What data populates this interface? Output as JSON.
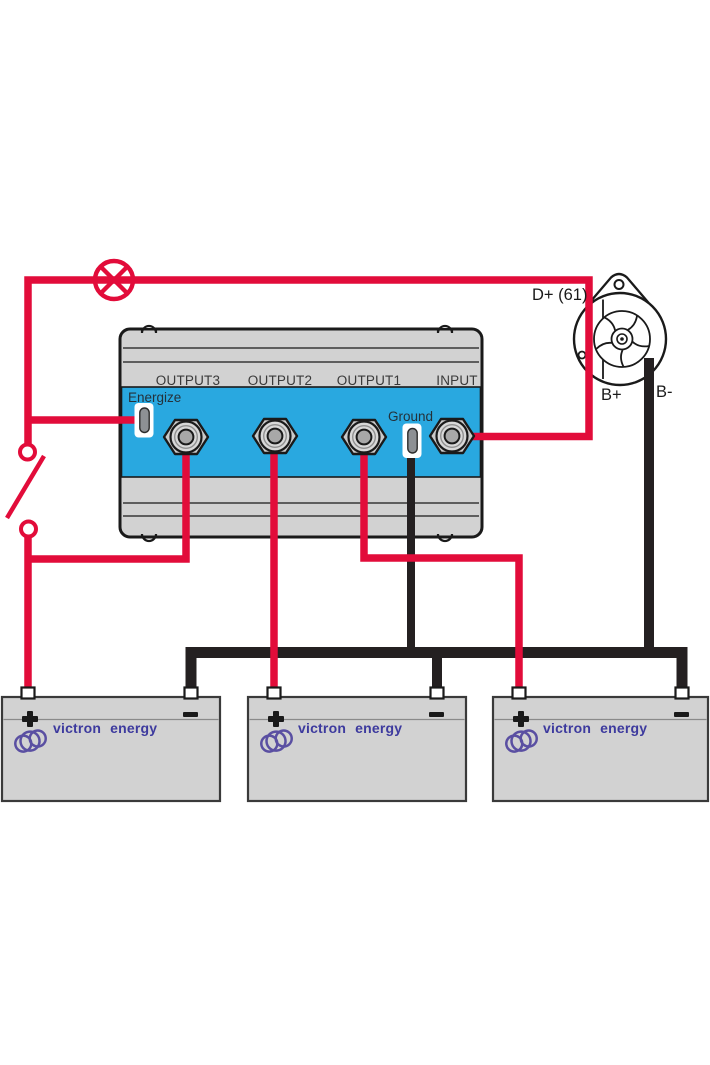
{
  "colors": {
    "wire_red": "#e20c3a",
    "wire_black": "#242021",
    "panel_blue": "#29a8e0",
    "device_gray": "#d2d2d2",
    "device_outline": "#1a1a1a",
    "battery_gray": "#d2d2d2",
    "brand_text_blue": "#3d3a9e",
    "logo_purple": "#5a4fa2",
    "label_dark": "#1a1a1a"
  },
  "isolator": {
    "terminals": [
      {
        "label": "OUTPUT3"
      },
      {
        "label": "OUTPUT2"
      },
      {
        "label": "OUTPUT1"
      },
      {
        "label": "INPUT"
      }
    ],
    "energize_label": "Energize",
    "ground_label": "Ground"
  },
  "alternator": {
    "d_plus_label": "D+ (61)",
    "b_plus_label": "B+",
    "b_minus_label": "B-"
  },
  "batteries": [
    {
      "brand": "victron energy"
    },
    {
      "brand": "victron energy"
    },
    {
      "brand": "victron energy"
    }
  ]
}
